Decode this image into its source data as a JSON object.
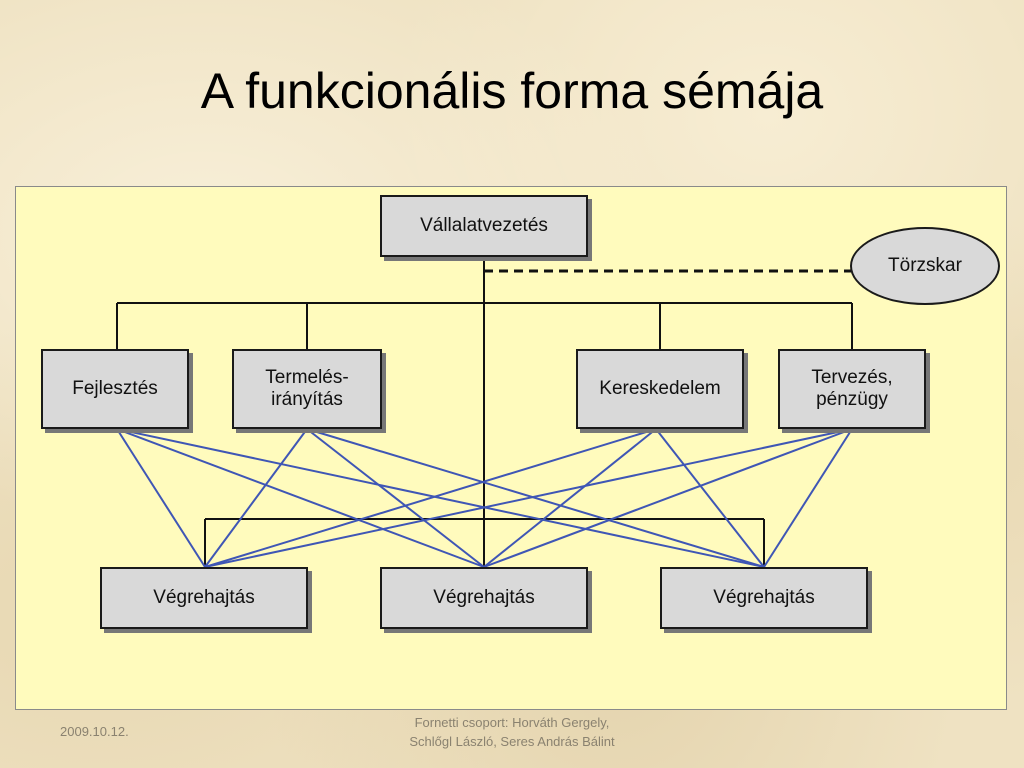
{
  "slide": {
    "title": "A funkcionális forma sémája",
    "footer_date": "2009.10.12.",
    "footer_credit_line1": "Fornetti csoport: Horváth Gergely,",
    "footer_credit_line2": "Schlőgl László, Seres András Bálint"
  },
  "diagram": {
    "top": "Vállalatvezetés",
    "staff": "Törzskar",
    "functions": [
      {
        "line1": "Fejlesztés",
        "line2": ""
      },
      {
        "line1": "Termelés-",
        "line2": "irányítás"
      },
      {
        "line1": "Kereskedelem",
        "line2": ""
      },
      {
        "line1": "Tervezés,",
        "line2": "pénzügy"
      }
    ],
    "executions": [
      "Végrehajtás",
      "Végrehajtás",
      "Végrehajtás"
    ]
  },
  "colors": {
    "panel_background": "#fffbbd",
    "box_fill": "#d9d9d9",
    "cross_link": "#3f56b5",
    "hierarchy_line": "#111111"
  }
}
